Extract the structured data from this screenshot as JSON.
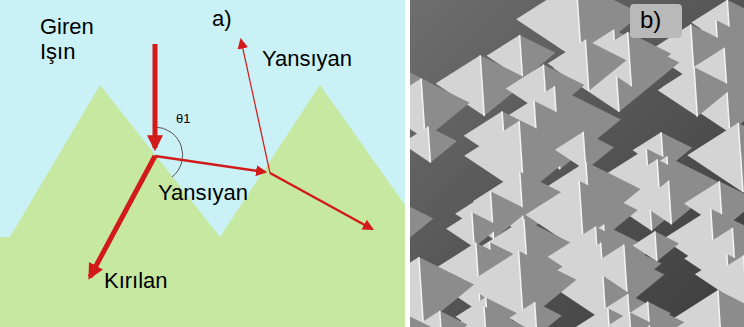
{
  "diagram": {
    "labels": [
      "a)",
      "Giren Işın",
      "θ1",
      "Yansıyan",
      "Yansıyan",
      "Kırılan",
      "b)"
    ]
  }
}
